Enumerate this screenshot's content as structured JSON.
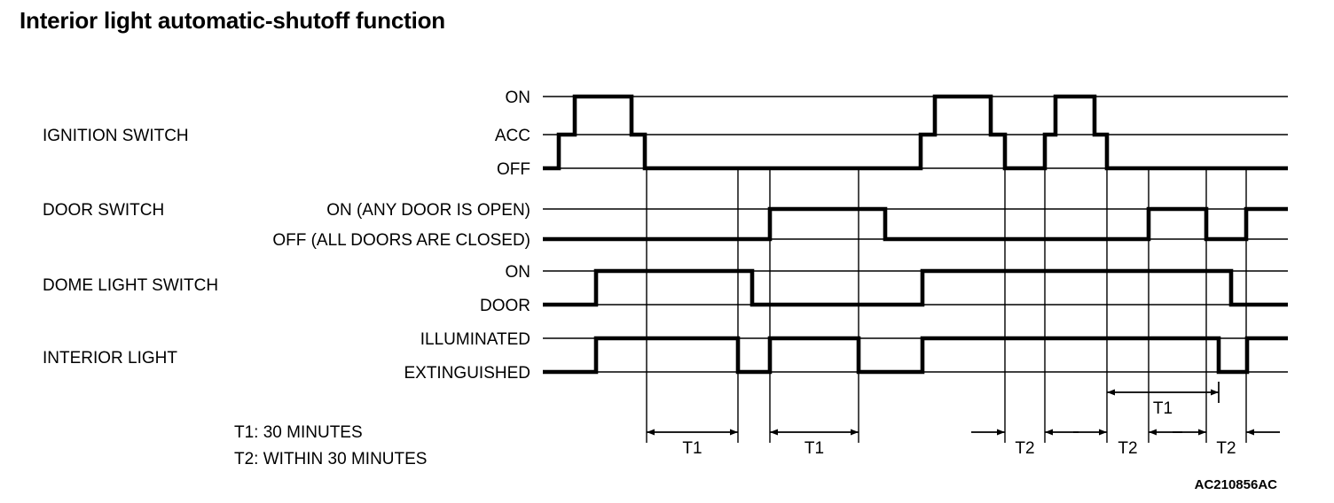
{
  "page": {
    "title": "Interior light automatic-shutoff function",
    "reference_code": "AC210856AC"
  },
  "groups": [
    {
      "name": "ignition-switch",
      "label": "IGNITION SWITCH",
      "levels": [
        "ON",
        "ACC",
        "OFF"
      ]
    },
    {
      "name": "door-switch",
      "label": "DOOR SWITCH",
      "levels": [
        "ON (ANY DOOR IS OPEN)",
        "OFF (ALL DOORS ARE CLOSED)"
      ]
    },
    {
      "name": "dome-light-switch",
      "label": "DOME LIGHT SWITCH",
      "levels": [
        "ON",
        "DOOR"
      ]
    },
    {
      "name": "interior-light",
      "label": "INTERIOR LIGHT",
      "levels": [
        "ILLUMINATED",
        "EXTINGUISHED"
      ]
    }
  ],
  "legend": [
    "T1: 30 MINUTES",
    "T2: WITHIN 30 MINUTES"
  ],
  "duration_markers": [
    {
      "label": "T1",
      "style": "outward",
      "row": "lower"
    },
    {
      "label": "T1",
      "style": "outward",
      "row": "lower"
    },
    {
      "label": "T2",
      "style": "inward",
      "row": "lower"
    },
    {
      "label": "T2",
      "style": "inward",
      "row": "lower"
    },
    {
      "label": "T1",
      "style": "outward",
      "row": "upper"
    },
    {
      "label": "T2",
      "style": "inward",
      "row": "lower"
    }
  ],
  "chart_data": {
    "type": "line",
    "title": "Interior light automatic-shutoff function",
    "xlabel": "",
    "ylabel": "",
    "grid": true,
    "legend_position": "below-left",
    "x_range": [
      612,
      1452
    ],
    "gridlines_x": [
      729,
      832,
      868,
      968,
      1133,
      1178,
      1248,
      1295,
      1360,
      1405
    ],
    "level_y": {
      "ON": 109,
      "ACC": 152,
      "OFF": 190,
      "DOOR_ON": 236,
      "DOOR_OFF": 270,
      "DOME_ON": 306,
      "DOME_DOOR": 344,
      "ILLUMINATED": 382,
      "EXTINGUISHED": 420
    },
    "series": [
      {
        "name": "IGNITION SWITCH",
        "levels": [
          "ON",
          "ACC",
          "OFF"
        ],
        "steps": [
          {
            "x": 612,
            "level": "OFF"
          },
          {
            "x": 630,
            "level": "ACC"
          },
          {
            "x": 648,
            "level": "ON"
          },
          {
            "x": 712,
            "level": "ACC"
          },
          {
            "x": 727,
            "level": "OFF"
          },
          {
            "x": 1038,
            "level": "ACC"
          },
          {
            "x": 1054,
            "level": "ON"
          },
          {
            "x": 1117,
            "level": "ACC"
          },
          {
            "x": 1133,
            "level": "OFF"
          },
          {
            "x": 1178,
            "level": "ACC"
          },
          {
            "x": 1190,
            "level": "ON"
          },
          {
            "x": 1234,
            "level": "ACC"
          },
          {
            "x": 1248,
            "level": "OFF"
          },
          {
            "x": 1452,
            "level": "OFF"
          }
        ]
      },
      {
        "name": "DOOR SWITCH",
        "levels": [
          "ON (ANY DOOR IS OPEN)",
          "OFF (ALL DOORS ARE CLOSED)"
        ],
        "steps": [
          {
            "x": 612,
            "level": "DOOR_OFF"
          },
          {
            "x": 868,
            "level": "DOOR_ON"
          },
          {
            "x": 998,
            "level": "DOOR_OFF"
          },
          {
            "x": 1295,
            "level": "DOOR_ON"
          },
          {
            "x": 1360,
            "level": "DOOR_OFF"
          },
          {
            "x": 1405,
            "level": "DOOR_ON"
          },
          {
            "x": 1452,
            "level": "DOOR_ON"
          }
        ]
      },
      {
        "name": "DOME LIGHT SWITCH",
        "levels": [
          "ON",
          "DOOR"
        ],
        "steps": [
          {
            "x": 612,
            "level": "DOME_DOOR"
          },
          {
            "x": 672,
            "level": "DOME_ON"
          },
          {
            "x": 848,
            "level": "DOME_DOOR"
          },
          {
            "x": 1040,
            "level": "DOME_ON"
          },
          {
            "x": 1388,
            "level": "DOME_DOOR"
          },
          {
            "x": 1452,
            "level": "DOME_DOOR"
          }
        ]
      },
      {
        "name": "INTERIOR LIGHT",
        "levels": [
          "ILLUMINATED",
          "EXTINGUISHED"
        ],
        "steps": [
          {
            "x": 612,
            "level": "EXTINGUISHED"
          },
          {
            "x": 672,
            "level": "ILLUMINATED"
          },
          {
            "x": 832,
            "level": "EXTINGUISHED"
          },
          {
            "x": 868,
            "level": "ILLUMINATED"
          },
          {
            "x": 968,
            "level": "EXTINGUISHED"
          },
          {
            "x": 1040,
            "level": "ILLUMINATED"
          },
          {
            "x": 1374,
            "level": "EXTINGUISHED"
          },
          {
            "x": 1406,
            "level": "ILLUMINATED"
          },
          {
            "x": 1452,
            "level": "ILLUMINATED"
          }
        ]
      }
    ],
    "annotations": [
      {
        "label": "T1",
        "x0": 729,
        "x1": 832,
        "y": 488,
        "style": "outward"
      },
      {
        "label": "T1",
        "x0": 868,
        "x1": 968,
        "y": 488,
        "style": "outward"
      },
      {
        "label": "T2",
        "x0": 1133,
        "x1": 1178,
        "y": 488,
        "style": "inward"
      },
      {
        "label": "T2",
        "x0": 1248,
        "x1": 1295,
        "y": 488,
        "style": "inward"
      },
      {
        "label": "T1",
        "x0": 1248,
        "x1": 1374,
        "y": 443,
        "style": "outward"
      },
      {
        "label": "T2",
        "x0": 1360,
        "x1": 1405,
        "y": 488,
        "style": "inward"
      }
    ]
  }
}
